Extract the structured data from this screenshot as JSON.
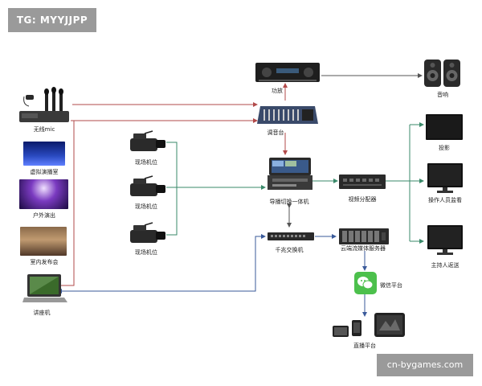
{
  "watermarks": {
    "top_left": "TG: MYYJJPP",
    "bottom_right": "cn-bygames.com"
  },
  "labels": {
    "wireless_mic": "无线mic",
    "virtual_studio": "虚拟演播室",
    "outdoor_show": "户外演出",
    "indoor_launch": "室内发布会",
    "lecture_pc": "讲座机",
    "camera_1": "现场机位",
    "camera_2": "现场机位",
    "camera_3": "现场机位",
    "amplifier": "功放",
    "speakers": "音响",
    "mixer": "调音台",
    "switcher": "导播切换一体机",
    "video_splitter": "视频分配器",
    "gigabit_switch": "千兆交换机",
    "streaming_server": "云端流媒体服务器",
    "wechat": "微信平台",
    "live_platform": "直播平台",
    "projection": "投影",
    "operator_monitor": "操作人员监看",
    "host_cue": "主持人返送"
  },
  "colors": {
    "red_line": "#b24a4a",
    "green_line": "#3a8a6a",
    "blue_line": "#3a5a9a",
    "gray_line": "#666666"
  }
}
